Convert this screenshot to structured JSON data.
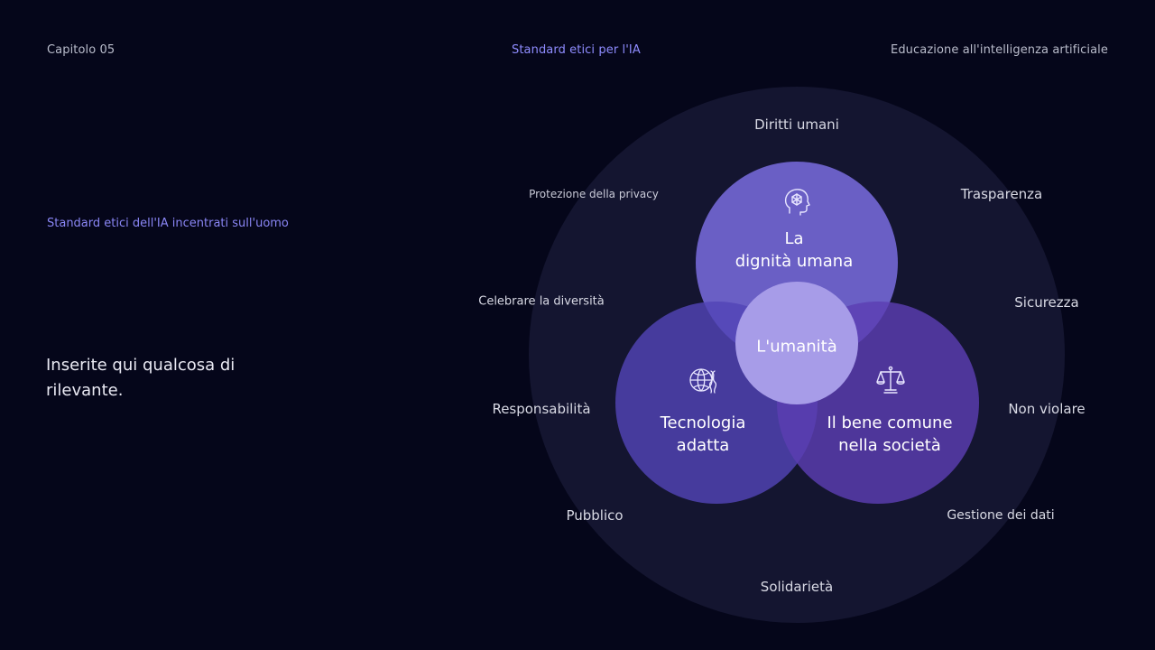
{
  "header": {
    "chapter": "Capitolo 05",
    "center_title": "Standard etici per l'IA",
    "right_title": "Educazione all'intelligenza artificiale"
  },
  "left": {
    "section_label": "Standard etici dell'IA incentrati sull'uomo",
    "body_text": "Inserite qui qualcosa di rilevante."
  },
  "diagram": {
    "ring_labels": {
      "top": "Diritti umani",
      "privacy": "Protezione della privacy",
      "transparency": "Trasparenza",
      "diversity": "Celebrare la diversità",
      "safety": "Sicurezza",
      "responsibility": "Responsabilità",
      "no_harm": "Non violare",
      "public": "Pubblico",
      "data": "Gestione dei dati",
      "solidarity": "Solidarietà"
    },
    "circles": {
      "dignity": {
        "line1": "La",
        "line2": "dignità umana",
        "icon": "head-brain-icon"
      },
      "tech": {
        "line1": "Tecnologia",
        "line2": "adatta",
        "icon": "globe-dna-icon"
      },
      "common": {
        "line1": "Il bene comune",
        "line2": "nella società",
        "icon": "scales-icon"
      },
      "center": {
        "label": "L'umanità"
      }
    }
  },
  "colors": {
    "background": "#05061a",
    "ring": "#141530",
    "accent_text": "#8f8cff",
    "circle_dignity": "#766ada",
    "circle_tech": "#5244b6",
    "circle_common": "#5c3eb2",
    "circle_center": "#a79ce8"
  }
}
